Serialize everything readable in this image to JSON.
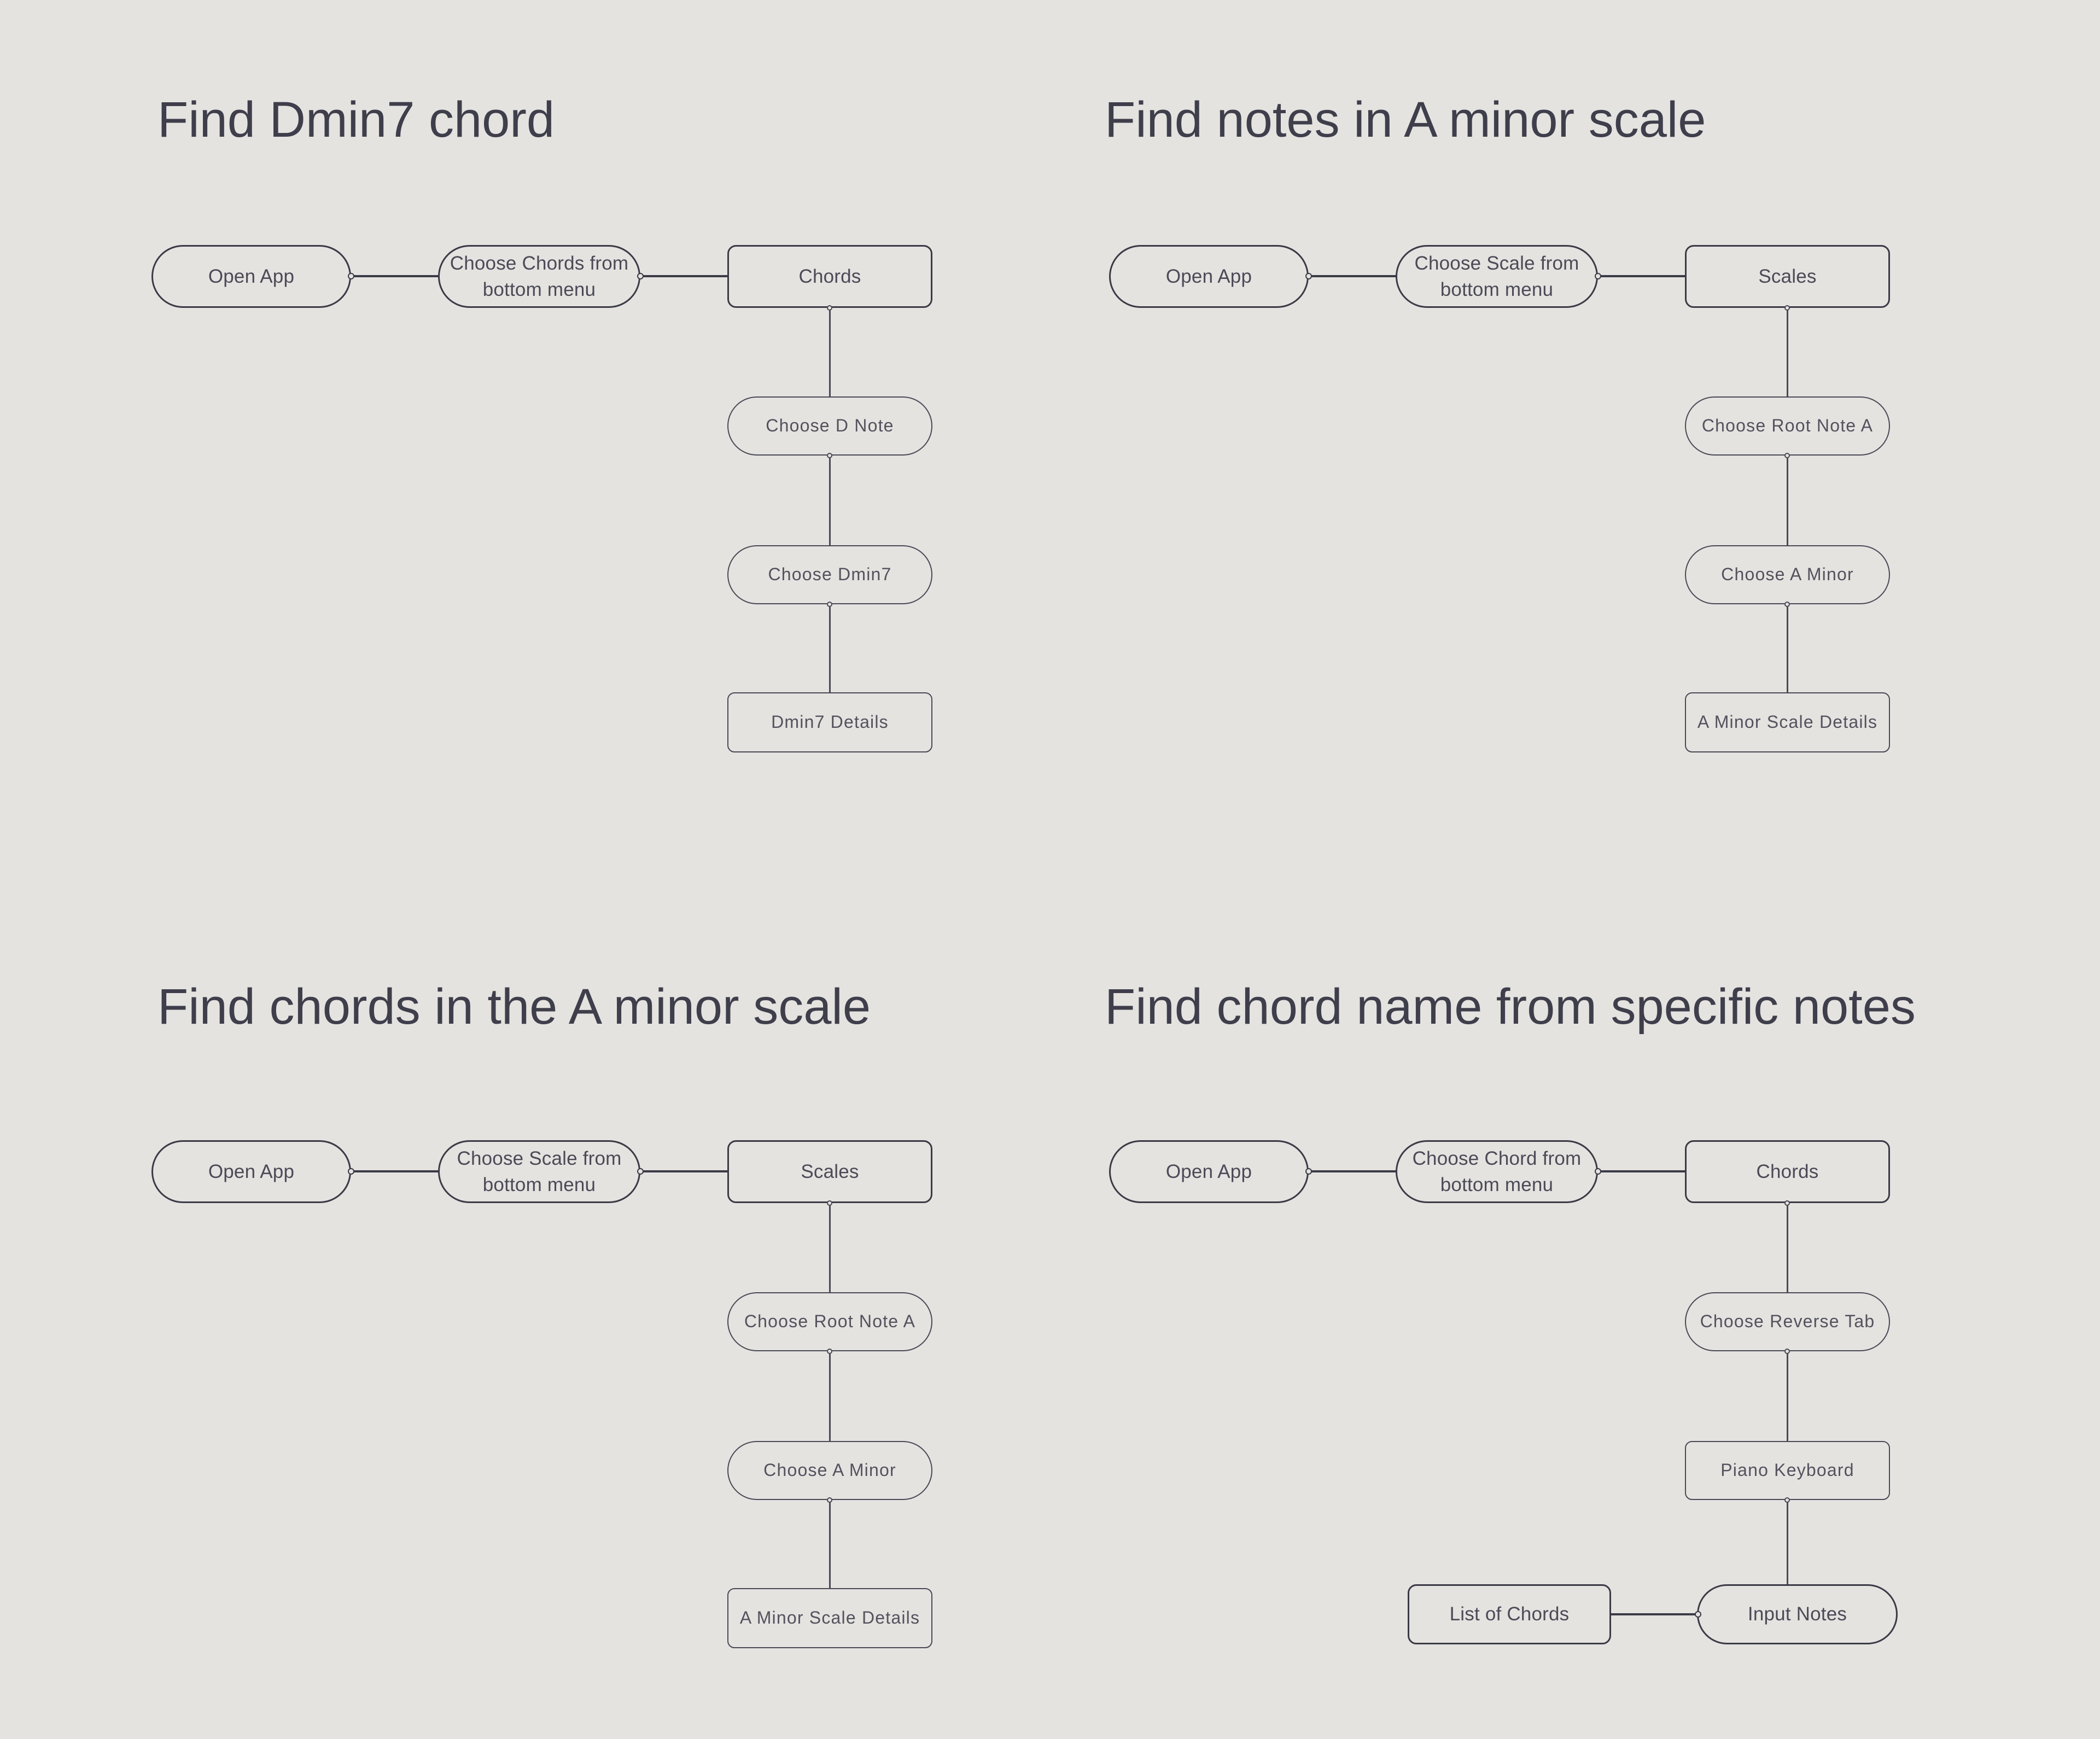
{
  "background": "#e4e3e0",
  "colors": {
    "stroke_strong": "#3b3a46",
    "stroke_soft": "#4a4955",
    "title_text": "#3f3e4b",
    "node_text_narrow": "#4b4a56",
    "node_text_wide": "#53525d"
  },
  "flows": [
    {
      "title": "Find Dmin7 chord",
      "nodes": [
        {
          "label": "Open App"
        },
        {
          "label": "Choose Chords from bottom menu"
        },
        {
          "label": "Chords"
        },
        {
          "label": "Choose D Note"
        },
        {
          "label": "Choose Dmin7"
        },
        {
          "label": "Dmin7 Details"
        }
      ]
    },
    {
      "title": "Find notes in A minor scale",
      "nodes": [
        {
          "label": "Open App"
        },
        {
          "label": "Choose Scale from bottom menu"
        },
        {
          "label": "Scales"
        },
        {
          "label": "Choose Root Note A"
        },
        {
          "label": "Choose A Minor"
        },
        {
          "label": "A Minor Scale Details"
        }
      ]
    },
    {
      "title": "Find chords in the A minor scale",
      "nodes": [
        {
          "label": "Open App"
        },
        {
          "label": "Choose Scale from bottom menu"
        },
        {
          "label": "Scales"
        },
        {
          "label": "Choose Root Note A"
        },
        {
          "label": "Choose A Minor"
        },
        {
          "label": "A Minor Scale Details"
        }
      ]
    },
    {
      "title": "Find chord name from specific notes",
      "nodes": [
        {
          "label": "Open App"
        },
        {
          "label": "Choose Chord from bottom menu"
        },
        {
          "label": "Chords"
        },
        {
          "label": "Choose Reverse Tab"
        },
        {
          "label": "Piano Keyboard"
        },
        {
          "label": "Input Notes"
        },
        {
          "label": "List of Chords"
        }
      ]
    }
  ]
}
